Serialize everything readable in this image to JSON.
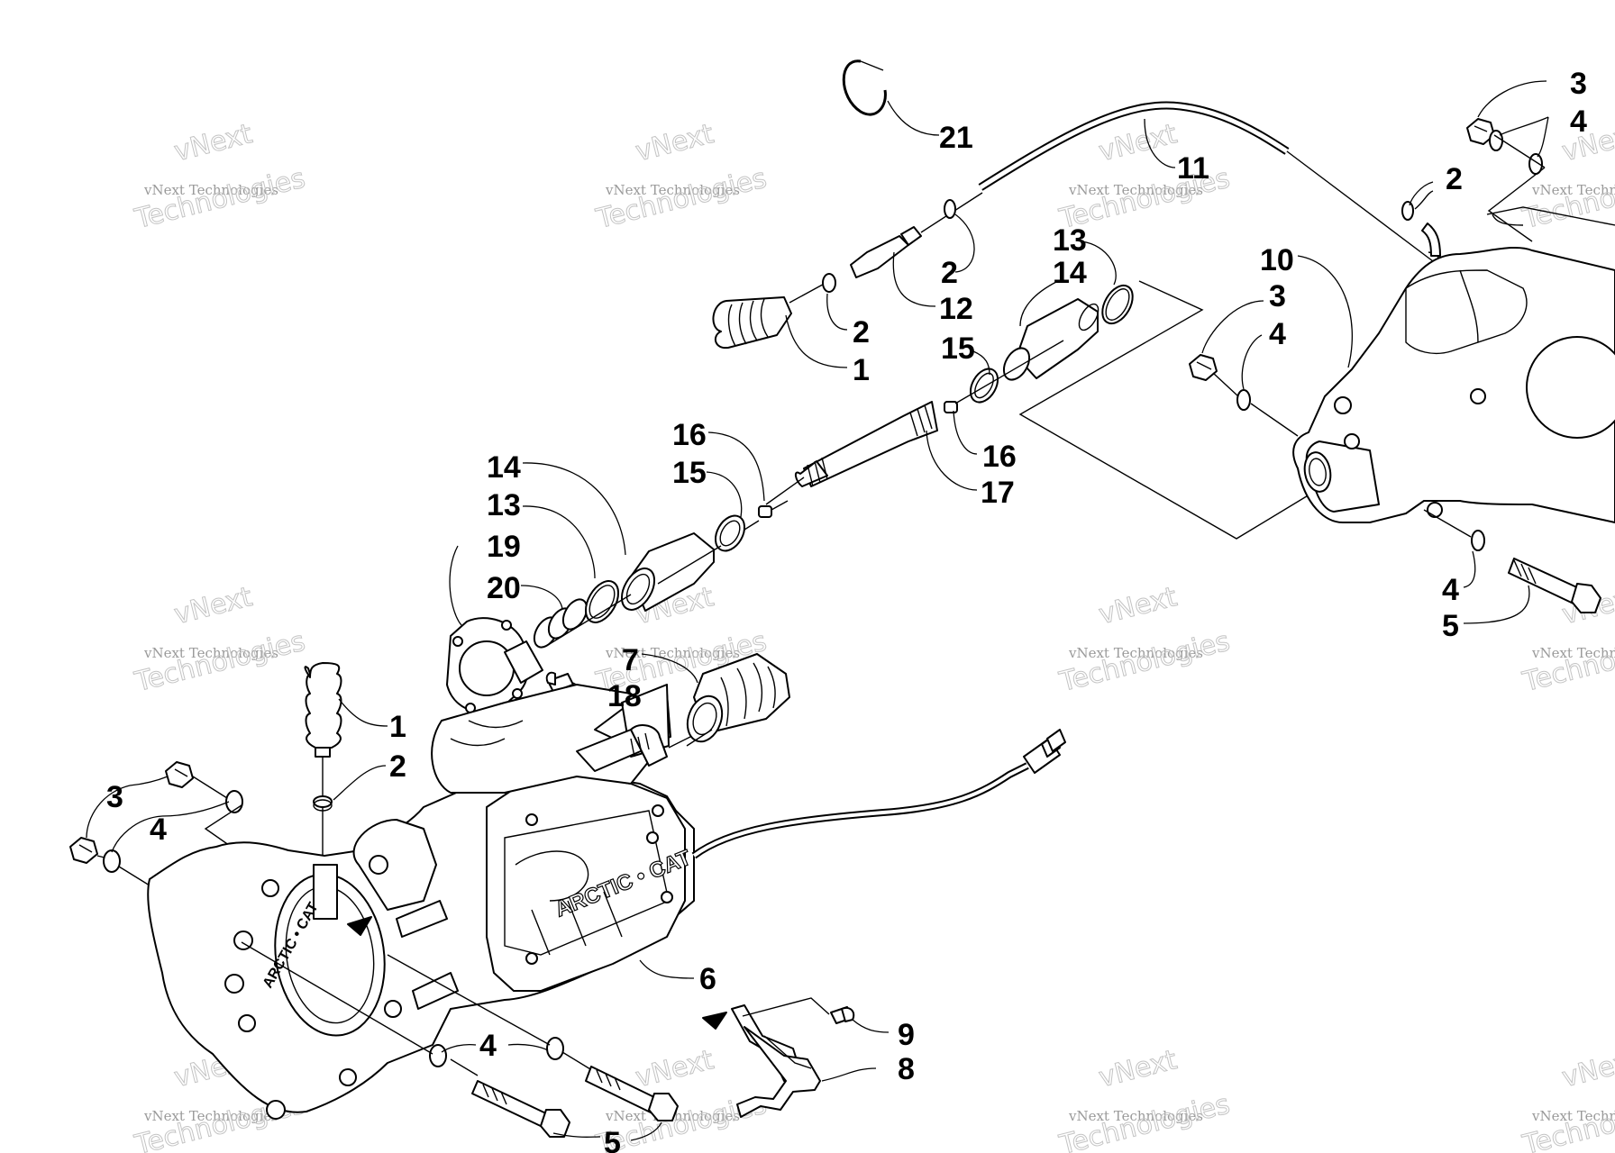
{
  "watermark": {
    "line1": "vNext",
    "line2": "vNext Technologies",
    "line3": "Technologies"
  },
  "logo_text": "ARCTIC • CAT",
  "logo_text_small": "ARCTIC • CAT",
  "callouts": [
    {
      "id": "c21",
      "text": "21"
    },
    {
      "id": "c11",
      "text": "11"
    },
    {
      "id": "c3a",
      "text": "3"
    },
    {
      "id": "c4a",
      "text": "4"
    },
    {
      "id": "c2a",
      "text": "2"
    },
    {
      "id": "c2b",
      "text": "2"
    },
    {
      "id": "c12",
      "text": "12"
    },
    {
      "id": "c2c",
      "text": "2"
    },
    {
      "id": "c1a",
      "text": "1"
    },
    {
      "id": "c13a",
      "text": "13"
    },
    {
      "id": "c14a",
      "text": "14"
    },
    {
      "id": "c15a",
      "text": "15"
    },
    {
      "id": "c16a",
      "text": "16"
    },
    {
      "id": "c17",
      "text": "17"
    },
    {
      "id": "c10",
      "text": "10"
    },
    {
      "id": "c3b",
      "text": "3"
    },
    {
      "id": "c4b",
      "text": "4"
    },
    {
      "id": "c16b",
      "text": "16"
    },
    {
      "id": "c15b",
      "text": "15"
    },
    {
      "id": "c14b",
      "text": "14"
    },
    {
      "id": "c13b",
      "text": "13"
    },
    {
      "id": "c19",
      "text": "19"
    },
    {
      "id": "c20",
      "text": "20"
    },
    {
      "id": "c4c",
      "text": "4"
    },
    {
      "id": "c5a",
      "text": "5"
    },
    {
      "id": "c7",
      "text": "7"
    },
    {
      "id": "c18",
      "text": "18"
    },
    {
      "id": "c1b",
      "text": "1"
    },
    {
      "id": "c2d",
      "text": "2"
    },
    {
      "id": "c3c",
      "text": "3"
    },
    {
      "id": "c4d",
      "text": "4"
    },
    {
      "id": "c6",
      "text": "6"
    },
    {
      "id": "c9",
      "text": "9"
    },
    {
      "id": "c8",
      "text": "8"
    },
    {
      "id": "c4e",
      "text": "4"
    },
    {
      "id": "c5b",
      "text": "5"
    }
  ]
}
